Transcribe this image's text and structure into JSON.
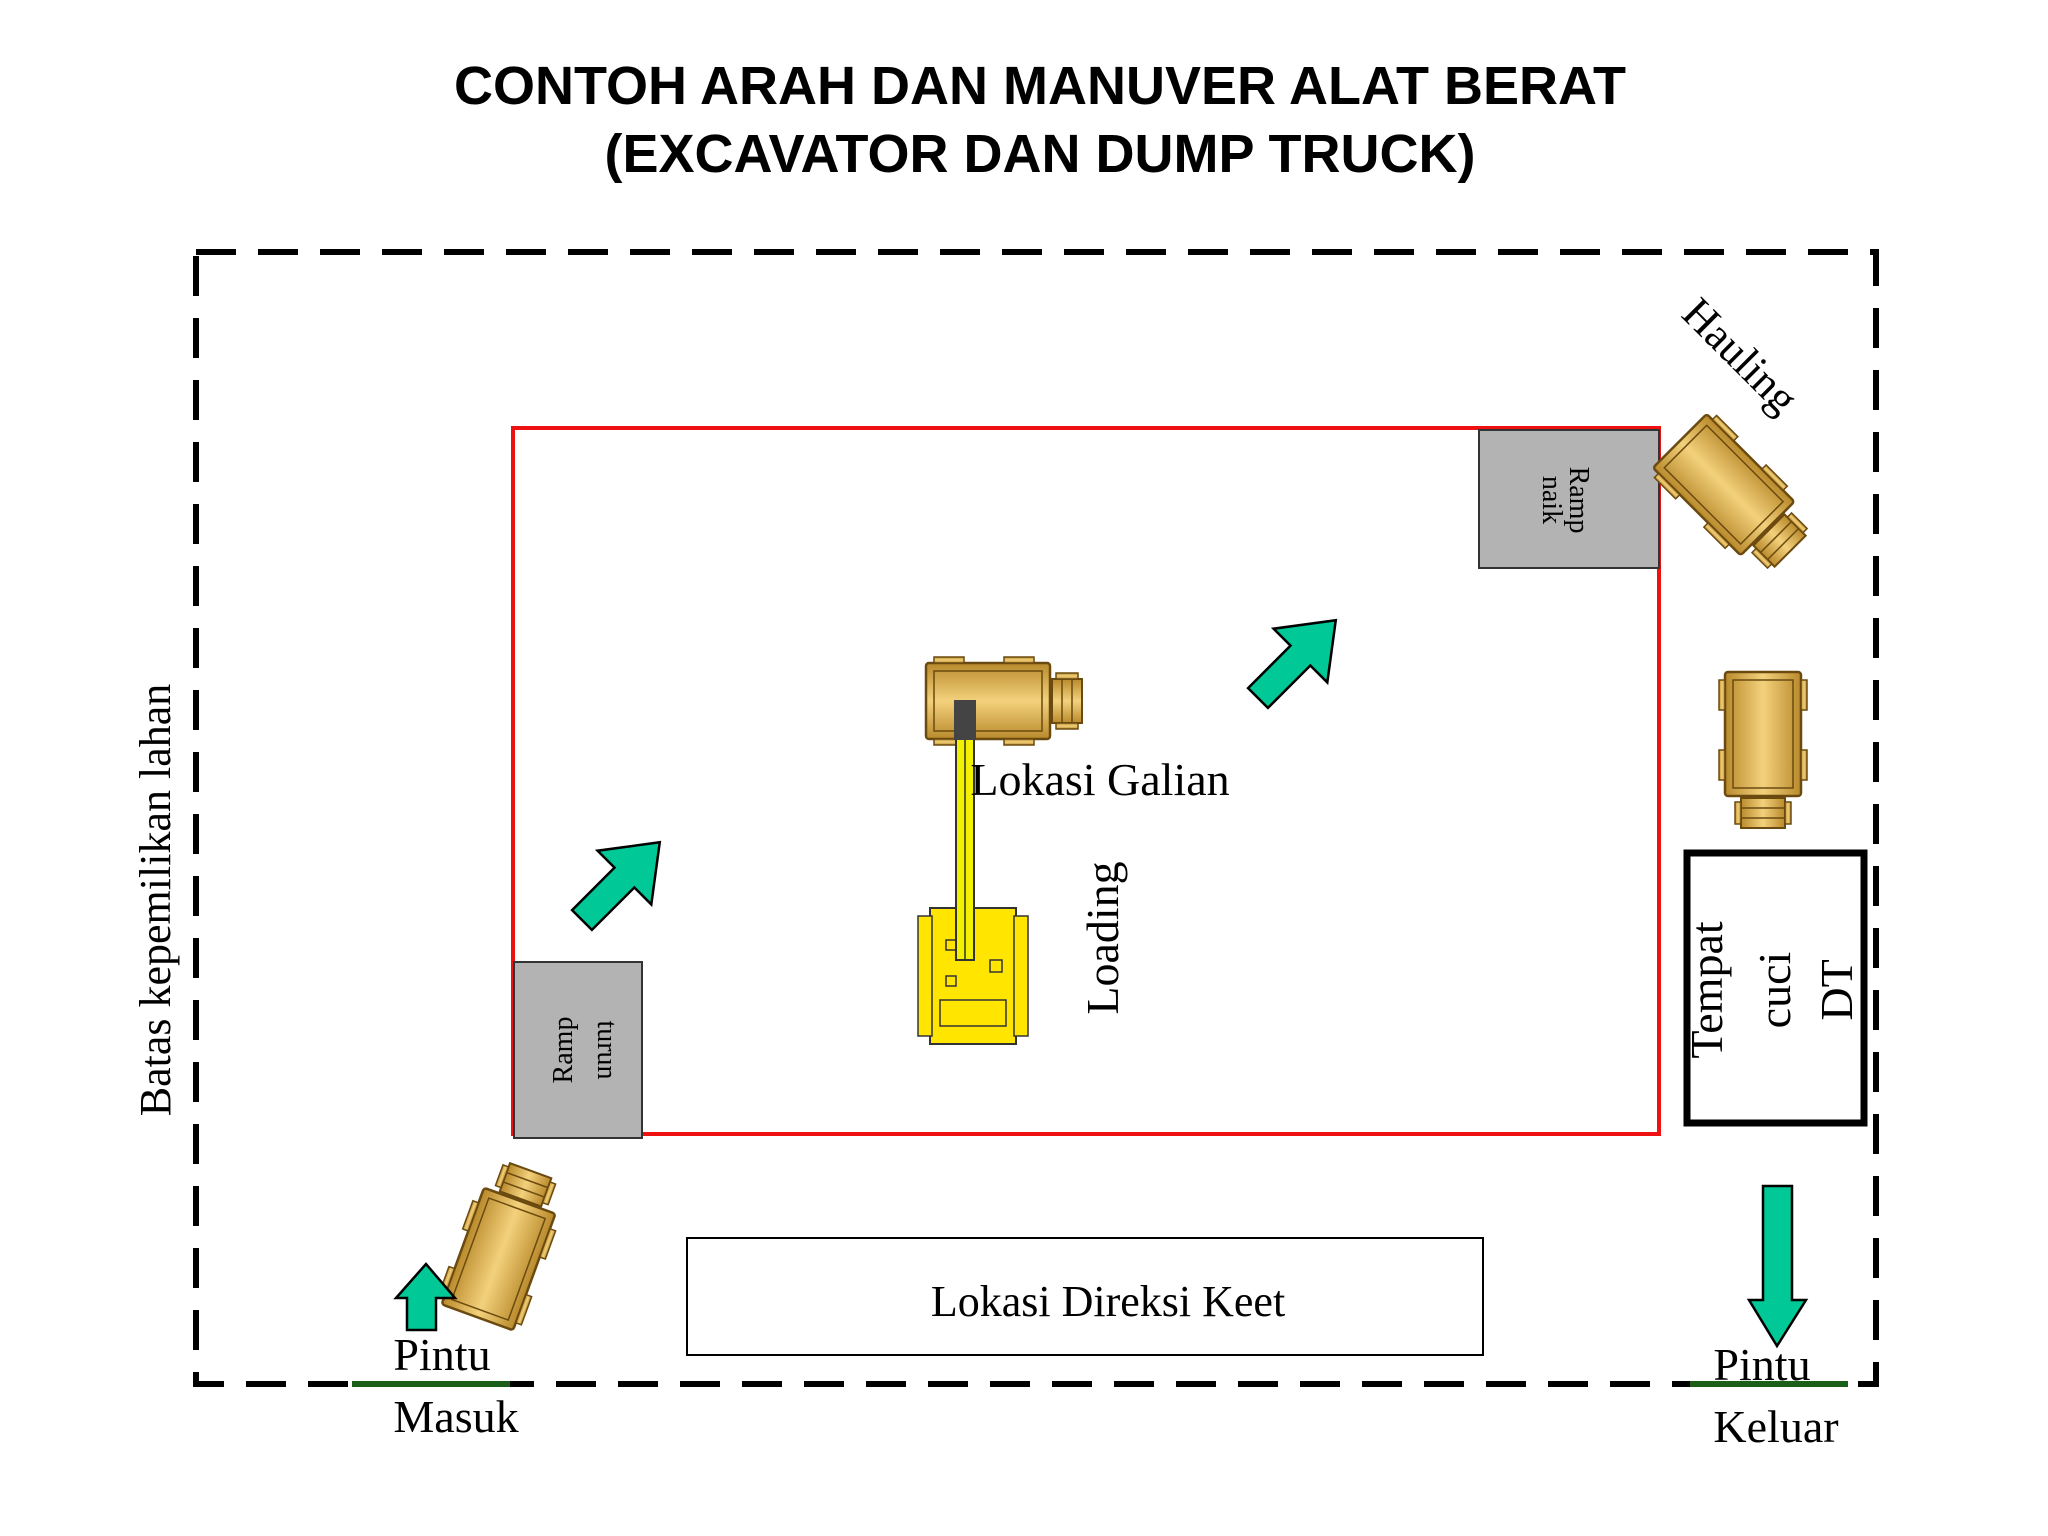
{
  "title": {
    "line1": "CONTOH ARAH DAN MANUVER ALAT BERAT",
    "line2": "(EXCAVATOR DAN DUMP TRUCK)"
  },
  "labels": {
    "boundary": "Batas kepemilikan lahan",
    "dig_site": "Lokasi Galian",
    "loading": "Loading",
    "hauling": "Hauling",
    "ramp_down_1": "Ramp",
    "ramp_down_2": "turun",
    "ramp_up_1": "Ramp",
    "ramp_up_2": "naik",
    "wash_1": "Tempat",
    "wash_2": "cuci",
    "wash_3": "DT",
    "site_office": "Lokasi Direksi Keet",
    "entrance_1": "Pintu",
    "entrance_2": "Masuk",
    "exit_1": "Pintu",
    "exit_2": "Keluar"
  },
  "colors": {
    "arrow": "#00c896",
    "dig_border": "#ee1111",
    "ramp": "#b3b3b3",
    "machine": "#e9c067",
    "excavator": "#ffe500",
    "gate": "#1a5e1a"
  }
}
